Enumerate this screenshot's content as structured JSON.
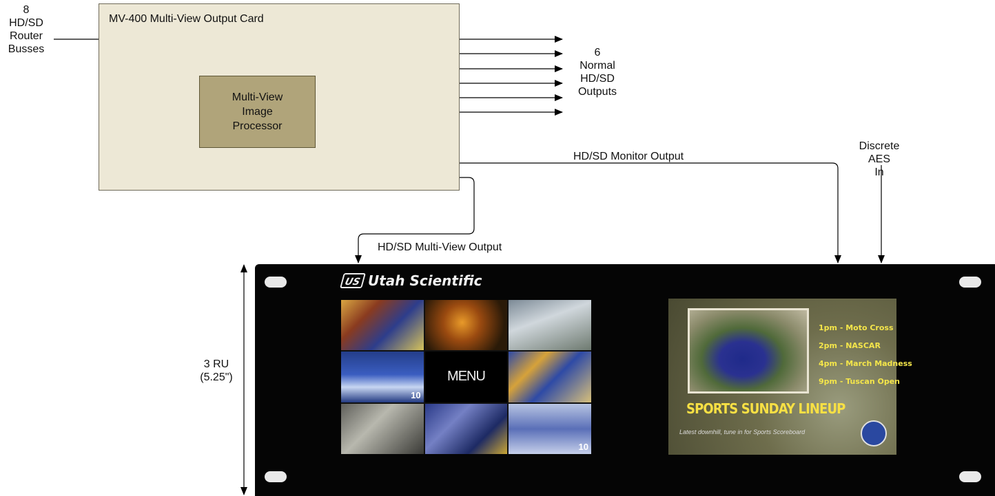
{
  "inputs_label": [
    "8",
    "HD/SD",
    "Router",
    "Busses"
  ],
  "card": {
    "title": "MV-400 Multi-View Output Card"
  },
  "processor": {
    "lines": [
      "Multi-View",
      "Image",
      "Processor"
    ]
  },
  "normal_outputs_label": [
    "6",
    "Normal",
    "HD/SD",
    "Outputs"
  ],
  "monitor_output_label": "HD/SD Monitor Output",
  "multiview_output_label": "HD/SD Multi-View Output",
  "aes_label": [
    "Discrete",
    "AES",
    "In"
  ],
  "rack_height_label": [
    "3 RU",
    "(5.25\")"
  ],
  "panel": {
    "brand_mark": "US",
    "brand": "Utah Scientific",
    "menu_label": "MENU",
    "tile_badges": [
      "10",
      "10"
    ],
    "monitor_screen": {
      "schedule": [
        "1pm - Moto Cross",
        "2pm - NASCAR",
        "4pm - March Madness",
        "9pm - Tuscan Open"
      ],
      "headline": "SPORTS SUNDAY LINEUP",
      "ticker": "Latest downhill, tune in for Sports Scoreboard"
    }
  },
  "colors": {
    "card_fill": "#ede8d6",
    "processor_fill": "#b0a47a",
    "rack": "#050505",
    "headline": "#f7e044"
  }
}
